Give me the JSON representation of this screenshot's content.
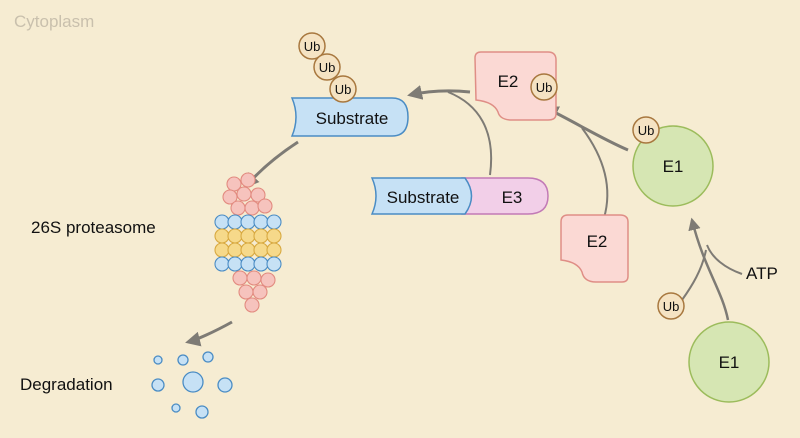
{
  "region_label": "Cytoplasm",
  "labels": {
    "substrate_top": "Substrate",
    "substrate_complex": "Substrate",
    "e3": "E3",
    "e2_charged": "E2",
    "e2_free": "E2",
    "e1_charged": "E1",
    "e1_free": "E1",
    "atp": "ATP",
    "proteasome": "26S proteasome",
    "degradation": "Degradation",
    "ub_chain_1": "Ub",
    "ub_chain_2": "Ub",
    "ub_chain_3": "Ub",
    "ub_on_e2": "Ub",
    "ub_on_e1": "Ub",
    "ub_free": "Ub"
  },
  "colors": {
    "background": "#f6ecd2",
    "substrate_fill": "#c6e1f5",
    "substrate_stroke": "#4a8cc4",
    "e3_fill": "#f2cfe8",
    "e3_stroke": "#c27ab6",
    "e2_fill": "#fbd9d4",
    "e2_stroke": "#df8e86",
    "e1_fill": "#d6e6b3",
    "e1_stroke": "#9cbc5c",
    "ub_fill": "#f5e3c3",
    "ub_stroke": "#a8783f",
    "proteasome_pink": "#f6c3bd",
    "proteasome_blue": "#c6e1f5",
    "proteasome_yellow": "#f6d98a",
    "arrow": "#7e7b75"
  }
}
